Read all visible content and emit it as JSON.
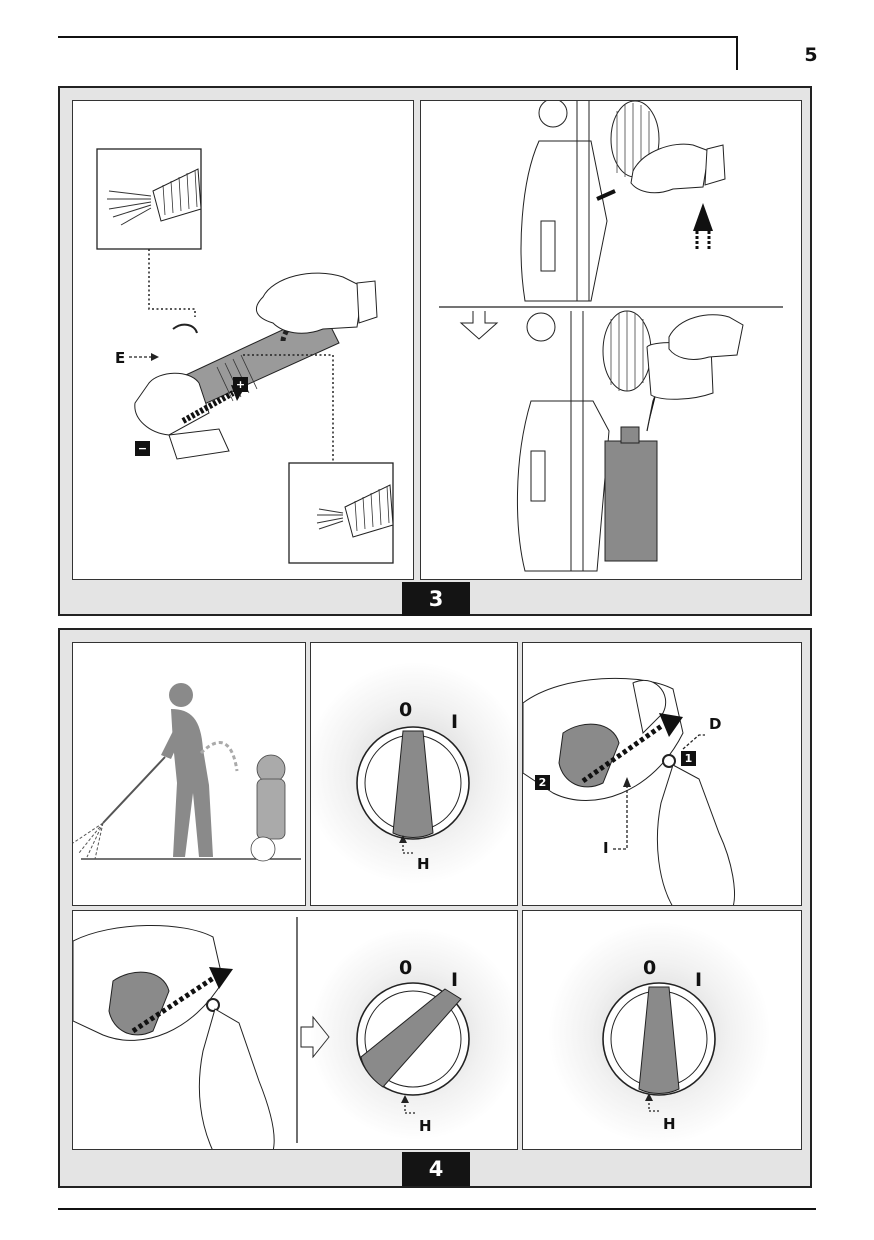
{
  "page": {
    "number": "5"
  },
  "figure3": {
    "badge": "3",
    "labels": {
      "e": "E",
      "plus": "+",
      "minus": "−"
    }
  },
  "figure4": {
    "badge": "4",
    "switch_labels": {
      "off": "0",
      "on": "I"
    },
    "labels": {
      "h": "H",
      "d": "D",
      "i": "I",
      "step1": "1",
      "step2": "2"
    }
  },
  "colors": {
    "figure_bg": "#e4e4e4",
    "knob_gray": "#8a8a8a",
    "badge_bg": "#141414"
  },
  "icons": [
    "brush-nozzle-icon",
    "hand-icon",
    "arrow-icon",
    "person-spraying-icon",
    "rotary-switch-icon",
    "oil-bottle-icon"
  ]
}
